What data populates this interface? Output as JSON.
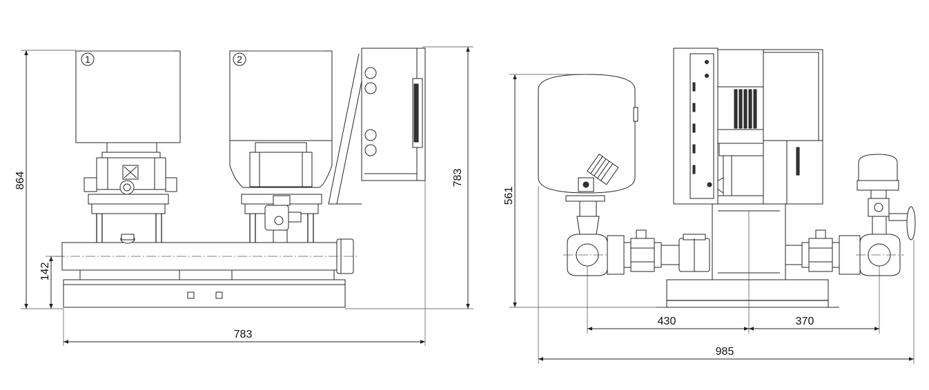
{
  "front_view": {
    "callouts": [
      "1",
      "2"
    ],
    "dimensions": {
      "total_height": "864",
      "pipe_axis_height": "142",
      "cabinet_height": "783",
      "total_width": "783"
    }
  },
  "side_view": {
    "dimensions": {
      "tank_height": "561",
      "left_offset": "430",
      "right_offset": "370",
      "total_depth": "985"
    }
  }
}
